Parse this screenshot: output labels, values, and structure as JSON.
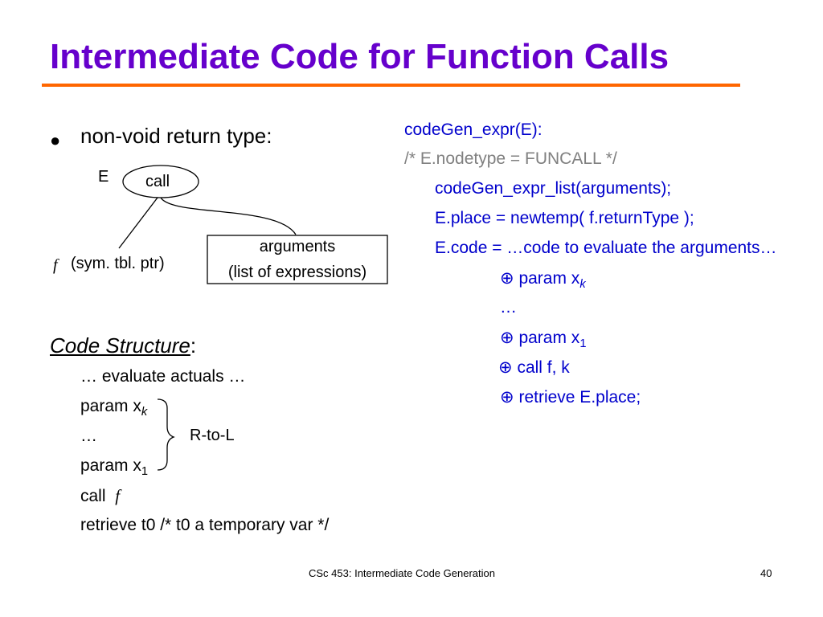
{
  "title": "Intermediate Code for Function Calls",
  "left": {
    "bullet": "non-void return type:",
    "tree": {
      "root_label": "E",
      "call_node": "call",
      "f_symbol": "f",
      "f_desc": "(sym. tbl. ptr)",
      "args_line1": "arguments",
      "args_line2": "(list of expressions)"
    },
    "code_structure_heading": "Code Structure",
    "code_structure_colon": ":",
    "lines": {
      "evaluate": "… evaluate actuals …",
      "param_xk_prefix": "param x",
      "param_xk_sub": "k",
      "ellipsis": "…",
      "param_x1_prefix": "param x",
      "param_x1_sub": "1",
      "call_prefix": "call",
      "call_f": "f",
      "retrieve": "retrieve t0  /* t0 a temporary var */"
    },
    "brace_label": "R-to-L"
  },
  "right": {
    "fn_header": "codeGen_expr(E):",
    "comment": "/* E.nodetype = FUNCALL */",
    "line1": "codeGen_expr_list(arguments);",
    "line2": "E.place = newtemp( f.returnType );",
    "line3": "E.code = …code to evaluate the arguments…",
    "oplus": "⊕",
    "param_xk_prefix": "param x",
    "param_xk_sub": "k",
    "ellipsis": "…",
    "param_x1_prefix": "param x",
    "param_x1_sub": "1",
    "call": "call  f, k",
    "retrieve": "retrieve E.place;"
  },
  "footer": {
    "center": "CSc 453: Intermediate Code Generation",
    "page": "40"
  },
  "colors": {
    "title": "#6600cc",
    "rule": "#ff6600",
    "code_blue": "#0000cc",
    "comment_gray": "#808080"
  }
}
